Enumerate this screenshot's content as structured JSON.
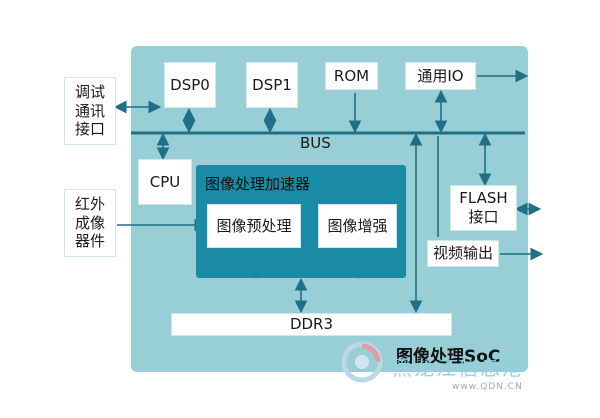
{
  "colors": {
    "soc_background": "#98cfd7",
    "accelerator_background": "#1b8aa4",
    "box_background": "#ffffff",
    "wire": "#1f6f86"
  },
  "soc": {
    "title": "图像处理SoC"
  },
  "bus": {
    "label": "BUS"
  },
  "external": {
    "debug": "调试\n通讯\n接口",
    "infrared": "红外\n成像\n器件"
  },
  "blocks": {
    "dsp0": "DSP0",
    "dsp1": "DSP1",
    "rom": "ROM",
    "gpio": "通用IO",
    "cpu": "CPU",
    "flash": "FLASH\n接口",
    "video_out": "视频输出",
    "ddr3": "DDR3"
  },
  "accelerator": {
    "title": "图像处理加速器",
    "preprocess": "图像预处理",
    "enhance": "图像增强"
  },
  "watermark": {
    "text": "黑龙江信息港",
    "url": "www.QDN.CN"
  }
}
